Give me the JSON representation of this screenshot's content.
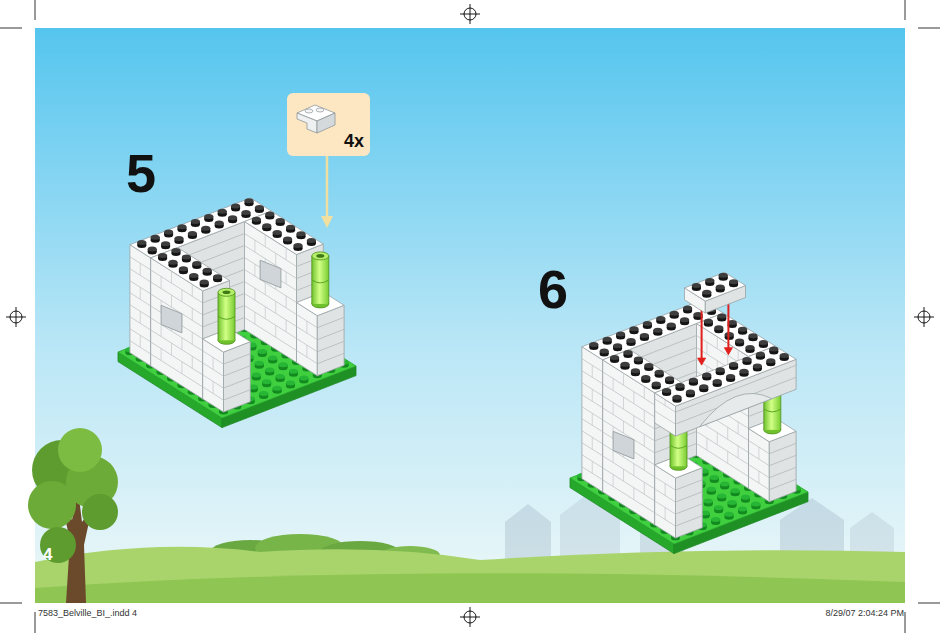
{
  "diagram": {
    "nodes": [
      {
        "text": [
          "4x"
        ]
      }
    ],
    "labels": [
      "5",
      "6",
      "4",
      "7583_Belville_BI_.indd 4",
      "8/29/07 2:04:24 PM"
    ]
  }
}
